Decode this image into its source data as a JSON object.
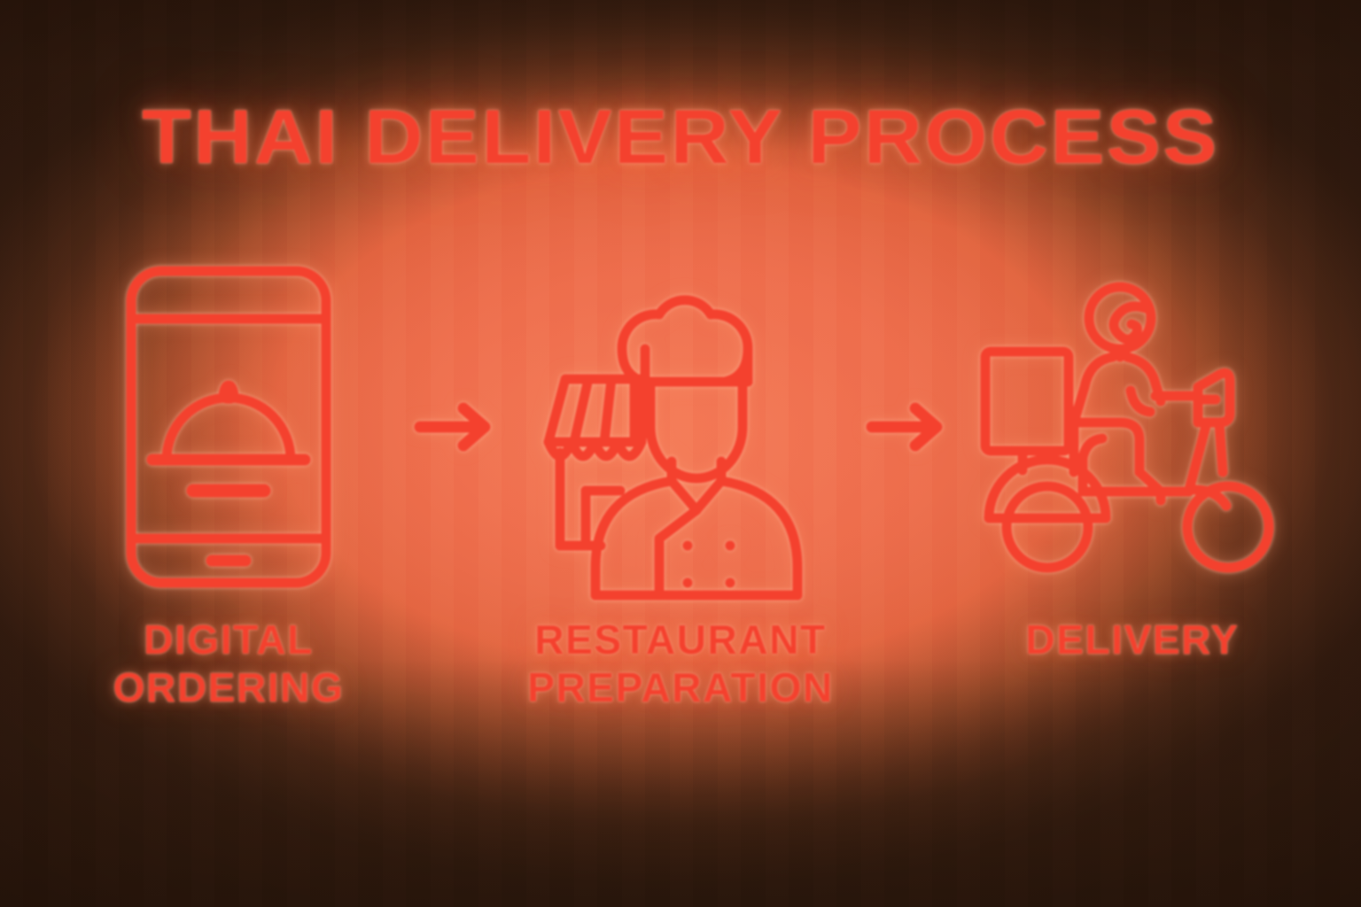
{
  "poster": {
    "title": "THAI DELIVERY PROCESS",
    "accent_color": "#F4412E",
    "background_color": "#EC6A4A",
    "vignette_color": "#2E180D"
  },
  "steps": [
    {
      "icon": "smartphone-food-order-icon",
      "label_line1": "DIGITAL",
      "label_line2": "ORDERING"
    },
    {
      "icon": "chef-restaurant-icon",
      "label_line1": "RESTAURANT",
      "label_line2": "PREPARATION"
    },
    {
      "icon": "delivery-scooter-icon",
      "label_line1": "DELIVERY",
      "label_line2": ""
    }
  ],
  "connectors": [
    {
      "icon": "arrow-right-icon"
    },
    {
      "icon": "arrow-right-icon"
    }
  ]
}
